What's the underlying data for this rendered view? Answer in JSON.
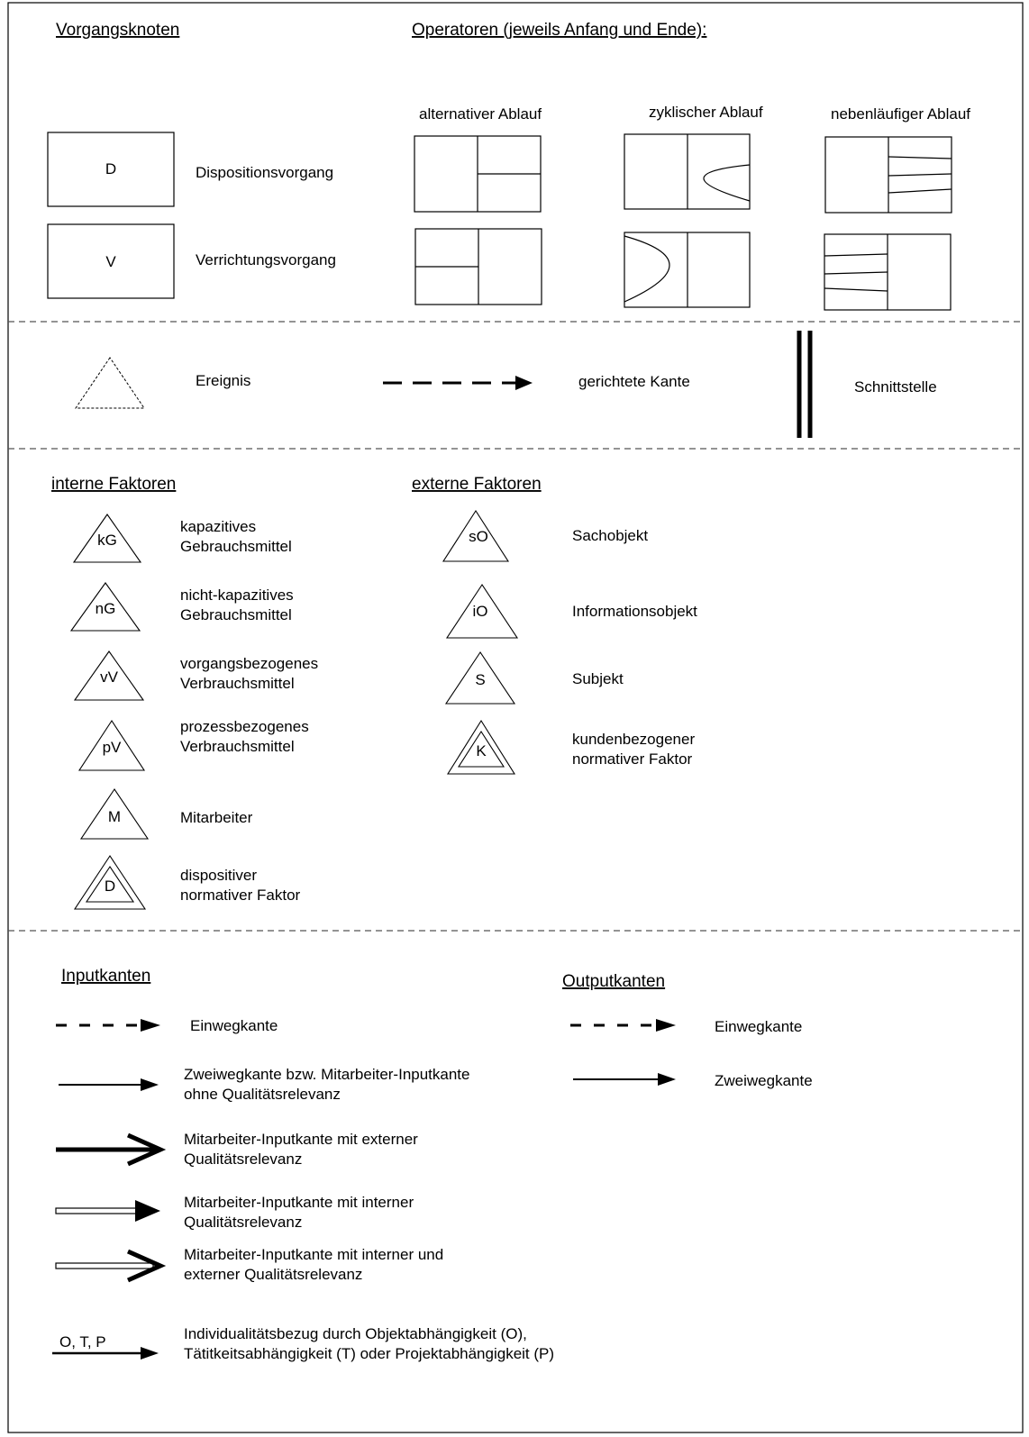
{
  "headers": {
    "vorgangsknoten": "Vorgangsknoten",
    "operatoren": "Operatoren (jeweils Anfang und Ende):",
    "interne": "interne Faktoren",
    "externe": "externe Faktoren",
    "inputkanten": "Inputkanten",
    "outputkanten": "Outputkanten"
  },
  "nodes": {
    "dispo_letter": "D",
    "dispo_label": "Dispositionsvorgang",
    "verr_letter": "V",
    "verr_label": "Verrichtungsvorgang"
  },
  "operators": {
    "alternativ": "alternativer Ablauf",
    "zyklisch": "zyklischer Ablauf",
    "nebenlaeufig": "nebenläufiger Ablauf"
  },
  "symbols": {
    "ereignis": "Ereignis",
    "kante": "gerichtete Kante",
    "schnittstelle": "Schnittstelle"
  },
  "interne": [
    {
      "abbr": "kG",
      "line1": "kapazitives",
      "line2": "Gebrauchsmittel"
    },
    {
      "abbr": "nG",
      "line1": "nicht-kapazitives",
      "line2": "Gebrauchsmittel"
    },
    {
      "abbr": "vV",
      "line1": "vorgangsbezogenes",
      "line2": "Verbrauchsmittel"
    },
    {
      "abbr": "pV",
      "line1": "prozessbezogenes",
      "line2": "Verbrauchsmittel"
    },
    {
      "abbr": "M",
      "line1": "Mitarbeiter",
      "line2": ""
    },
    {
      "abbr": "D",
      "line1": "dispositiver",
      "line2": "normativer Faktor"
    }
  ],
  "externe": [
    {
      "abbr": "sO",
      "line1": "Sachobjekt",
      "line2": ""
    },
    {
      "abbr": "iO",
      "line1": "Informationsobjekt",
      "line2": ""
    },
    {
      "abbr": "S",
      "line1": "Subjekt",
      "line2": ""
    },
    {
      "abbr": "K",
      "line1": "kundenbezogener",
      "line2": "normativer Faktor"
    }
  ],
  "inputs": [
    {
      "line1": "Einwegkante",
      "line2": ""
    },
    {
      "line1": "Zweiwegkante bzw. Mitarbeiter-Inputkante",
      "line2": "ohne Qualitätsrelevanz"
    },
    {
      "line1": "Mitarbeiter-Inputkante mit externer",
      "line2": "Qualitätsrelevanz"
    },
    {
      "line1": "Mitarbeiter-Inputkante mit interner",
      "line2": "Qualitätsrelevanz"
    },
    {
      "line1": "Mitarbeiter-Inputkante mit interner und",
      "line2": "externer Qualitätsrelevanz"
    },
    {
      "line1": "Individualitätsbezug durch Objektabhängigkeit (O),",
      "line2": "Tätitkeitsabhängigkeit (T) oder Projektabhängigkeit (P)"
    }
  ],
  "otp_label": "O, T, P",
  "outputs": [
    {
      "line1": "Einwegkante"
    },
    {
      "line1": "Zweiwegkante"
    }
  ]
}
